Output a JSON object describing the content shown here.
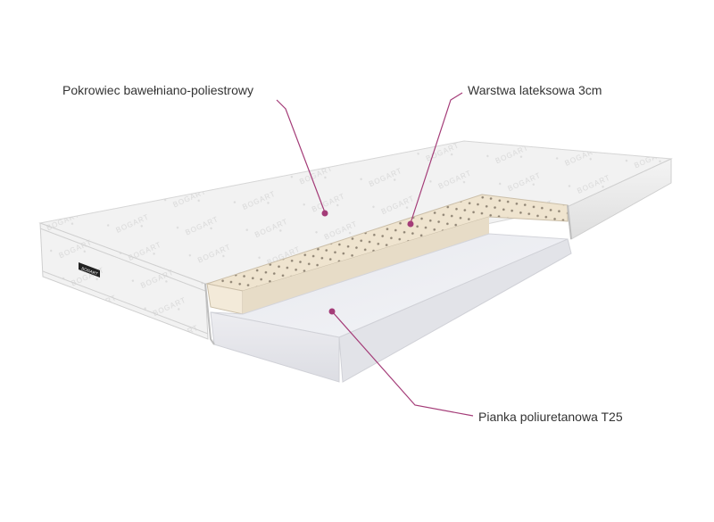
{
  "callouts": {
    "cover": "Pokrowiec bawełniano-poliestrowy",
    "latex": "Warstwa lateksowa 3cm",
    "foam": "Pianka poliuretanowa T25"
  },
  "brand": {
    "label_tag": "BOGART",
    "cover_print": "BOGART"
  },
  "colors": {
    "accent_line": "#a43c78",
    "cover": "#f1f1f1",
    "latex": "#efe5d2",
    "foam": "#e9eaef"
  }
}
